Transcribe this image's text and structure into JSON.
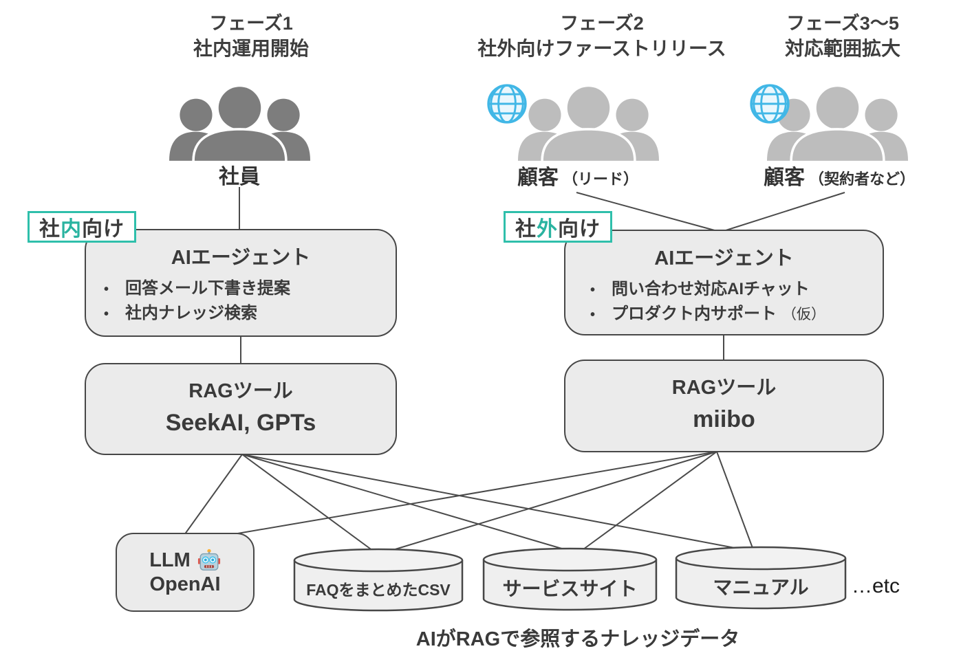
{
  "colors": {
    "accent_teal_border": "#2fbfab",
    "accent_teal_text": "#2ab3a0",
    "box_fill": "#ebebeb",
    "box_border": "#474747",
    "people_dark": "#7d7d7d",
    "people_light": "#bdbdbd",
    "globe_blue": "#41b7e6",
    "text_dark": "#3a3a3a"
  },
  "phases": [
    {
      "line1": "フェーズ1",
      "line2": "社内運用開始",
      "audience": {
        "label": "社員",
        "note": "",
        "icon": "people-group-icon"
      }
    },
    {
      "line1": "フェーズ2",
      "line2": "社外向けファーストリリース",
      "audience": {
        "label": "顧客",
        "note": "（リード）",
        "icon": "people-group-icon",
        "badge_icon": "globe-icon"
      }
    },
    {
      "line1": "フェーズ3〜5",
      "line2": "対応範囲拡大",
      "audience": {
        "label": "顧客",
        "note": "（契約者など）",
        "icon": "people-group-icon",
        "badge_icon": "globe-icon"
      }
    }
  ],
  "internal": {
    "tag": {
      "pre": "社",
      "accent": "内",
      "post": "向け"
    },
    "agent_title": "AIエージェント",
    "agent_bullets": [
      "回答メール下書き提案",
      "社内ナレッジ検索"
    ],
    "rag_title": "RAGツール",
    "rag_tools": "SeekAI, GPTs"
  },
  "external": {
    "tag": {
      "pre": "社",
      "accent": "外",
      "post": "向け"
    },
    "agent_title": "AIエージェント",
    "agent_bullets": [
      "問い合わせ対応AIチャット",
      "プロダクト内サポート"
    ],
    "agent_bullet_note": "（仮）",
    "rag_title": "RAGツール",
    "rag_tools": "miibo"
  },
  "knowledge": {
    "llm_line1": "LLM",
    "llm_icon": "robot-icon",
    "llm_line2": "OpenAI",
    "cylinders": [
      "FAQをまとめたCSV",
      "サービスサイト",
      "マニュアル"
    ],
    "etc": "…etc",
    "caption": "AIがRAGで参照するナレッジデータ"
  }
}
